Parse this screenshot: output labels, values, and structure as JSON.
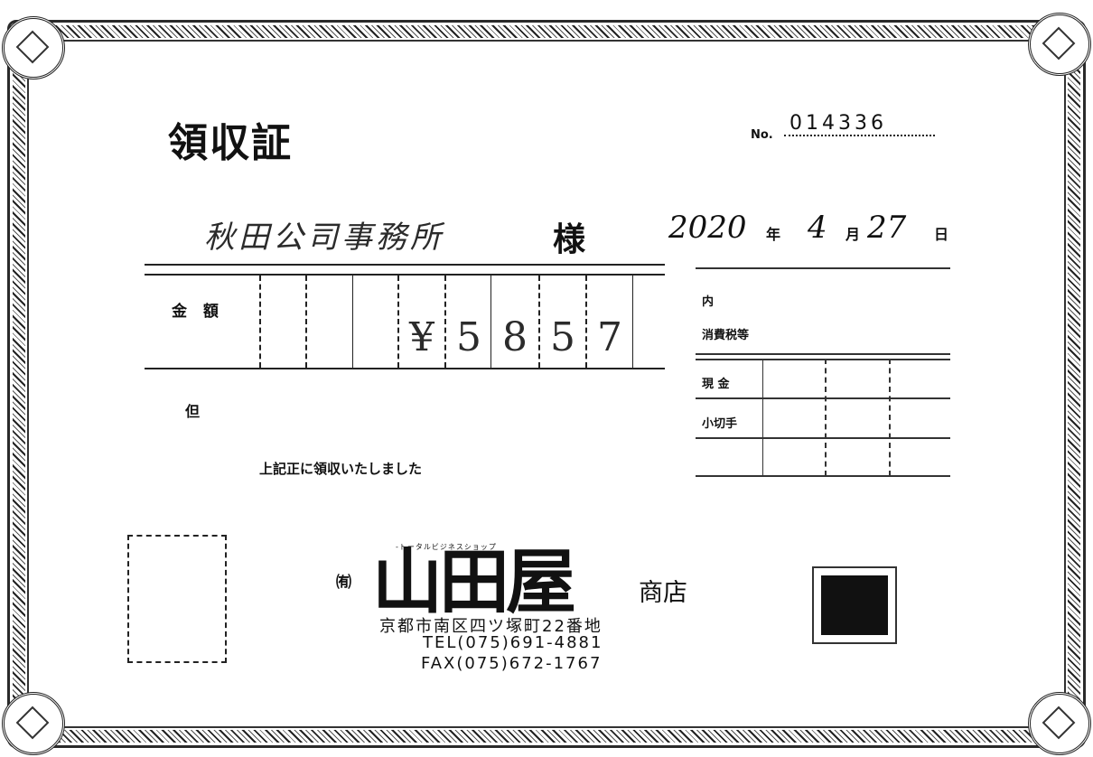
{
  "receipt": {
    "title": "領収証",
    "number_label": "No.",
    "number": "014336",
    "payee": "秋田公司事務所",
    "honorific": "様",
    "date": {
      "year": "2020",
      "year_unit": "年",
      "month": "4",
      "month_unit": "月",
      "day": "27",
      "day_unit": "日"
    },
    "amount_label": "金 額",
    "amount_digits": [
      "¥",
      "5",
      "8",
      "5",
      "7"
    ],
    "proviso_label": "但",
    "received_text": "上記正に領収いたしました",
    "breakdown": {
      "inner_label": "内",
      "tax_label": "消費税等",
      "cash_label": "現 金",
      "check_label": "小切手"
    }
  },
  "issuer": {
    "company_prefix": "㈲",
    "tagline": "-トータルビジネスショップ",
    "logo_text": "山田屋",
    "suffix": "商店",
    "address": "京都市南区四ツ塚町22番地",
    "tel": "TEL(075)691-4881",
    "fax": "FAX(075)672-1767"
  }
}
